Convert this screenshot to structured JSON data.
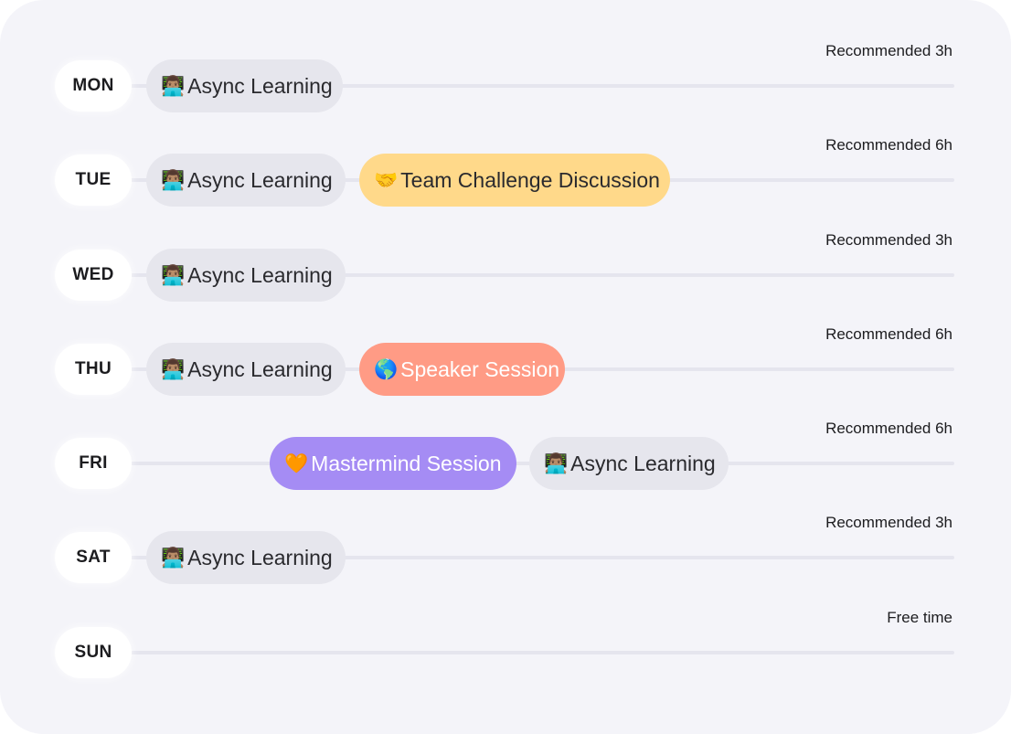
{
  "schedule": [
    {
      "day": "MON",
      "note": "Recommended 3h",
      "items": [
        {
          "type": "async",
          "emoji": "👨🏽‍💻",
          "label": "Async Learning"
        }
      ]
    },
    {
      "day": "TUE",
      "note": "Recommended 6h",
      "items": [
        {
          "type": "async",
          "emoji": "👨🏽‍💻",
          "label": "Async Learning"
        },
        {
          "type": "team",
          "emoji": "🤝",
          "label": "Team Challenge Discussion"
        }
      ]
    },
    {
      "day": "WED",
      "note": "Recommended 3h",
      "items": [
        {
          "type": "async",
          "emoji": "👨🏽‍💻",
          "label": "Async Learning"
        }
      ]
    },
    {
      "day": "THU",
      "note": "Recommended 6h",
      "items": [
        {
          "type": "async",
          "emoji": "👨🏽‍💻",
          "label": "Async Learning"
        },
        {
          "type": "speaker",
          "emoji": "🌎",
          "label": "Speaker Session"
        }
      ]
    },
    {
      "day": "FRI",
      "note": "Recommended 6h",
      "items": [
        {
          "type": "master",
          "emoji": "🧡",
          "label": "Mastermind Session"
        },
        {
          "type": "async",
          "emoji": "👨🏽‍💻",
          "label": "Async Learning"
        }
      ]
    },
    {
      "day": "SAT",
      "note": "Recommended 3h",
      "items": [
        {
          "type": "async",
          "emoji": "👨🏽‍💻",
          "label": "Async Learning"
        }
      ]
    },
    {
      "day": "SUN",
      "note": "Free time",
      "items": []
    }
  ],
  "colors": {
    "background": "#f4f4f9",
    "track": "#e5e5ee",
    "async": "#e6e6ed",
    "team": "#ffd98a",
    "speaker": "#ff9b85",
    "master": "#a58cf4"
  }
}
